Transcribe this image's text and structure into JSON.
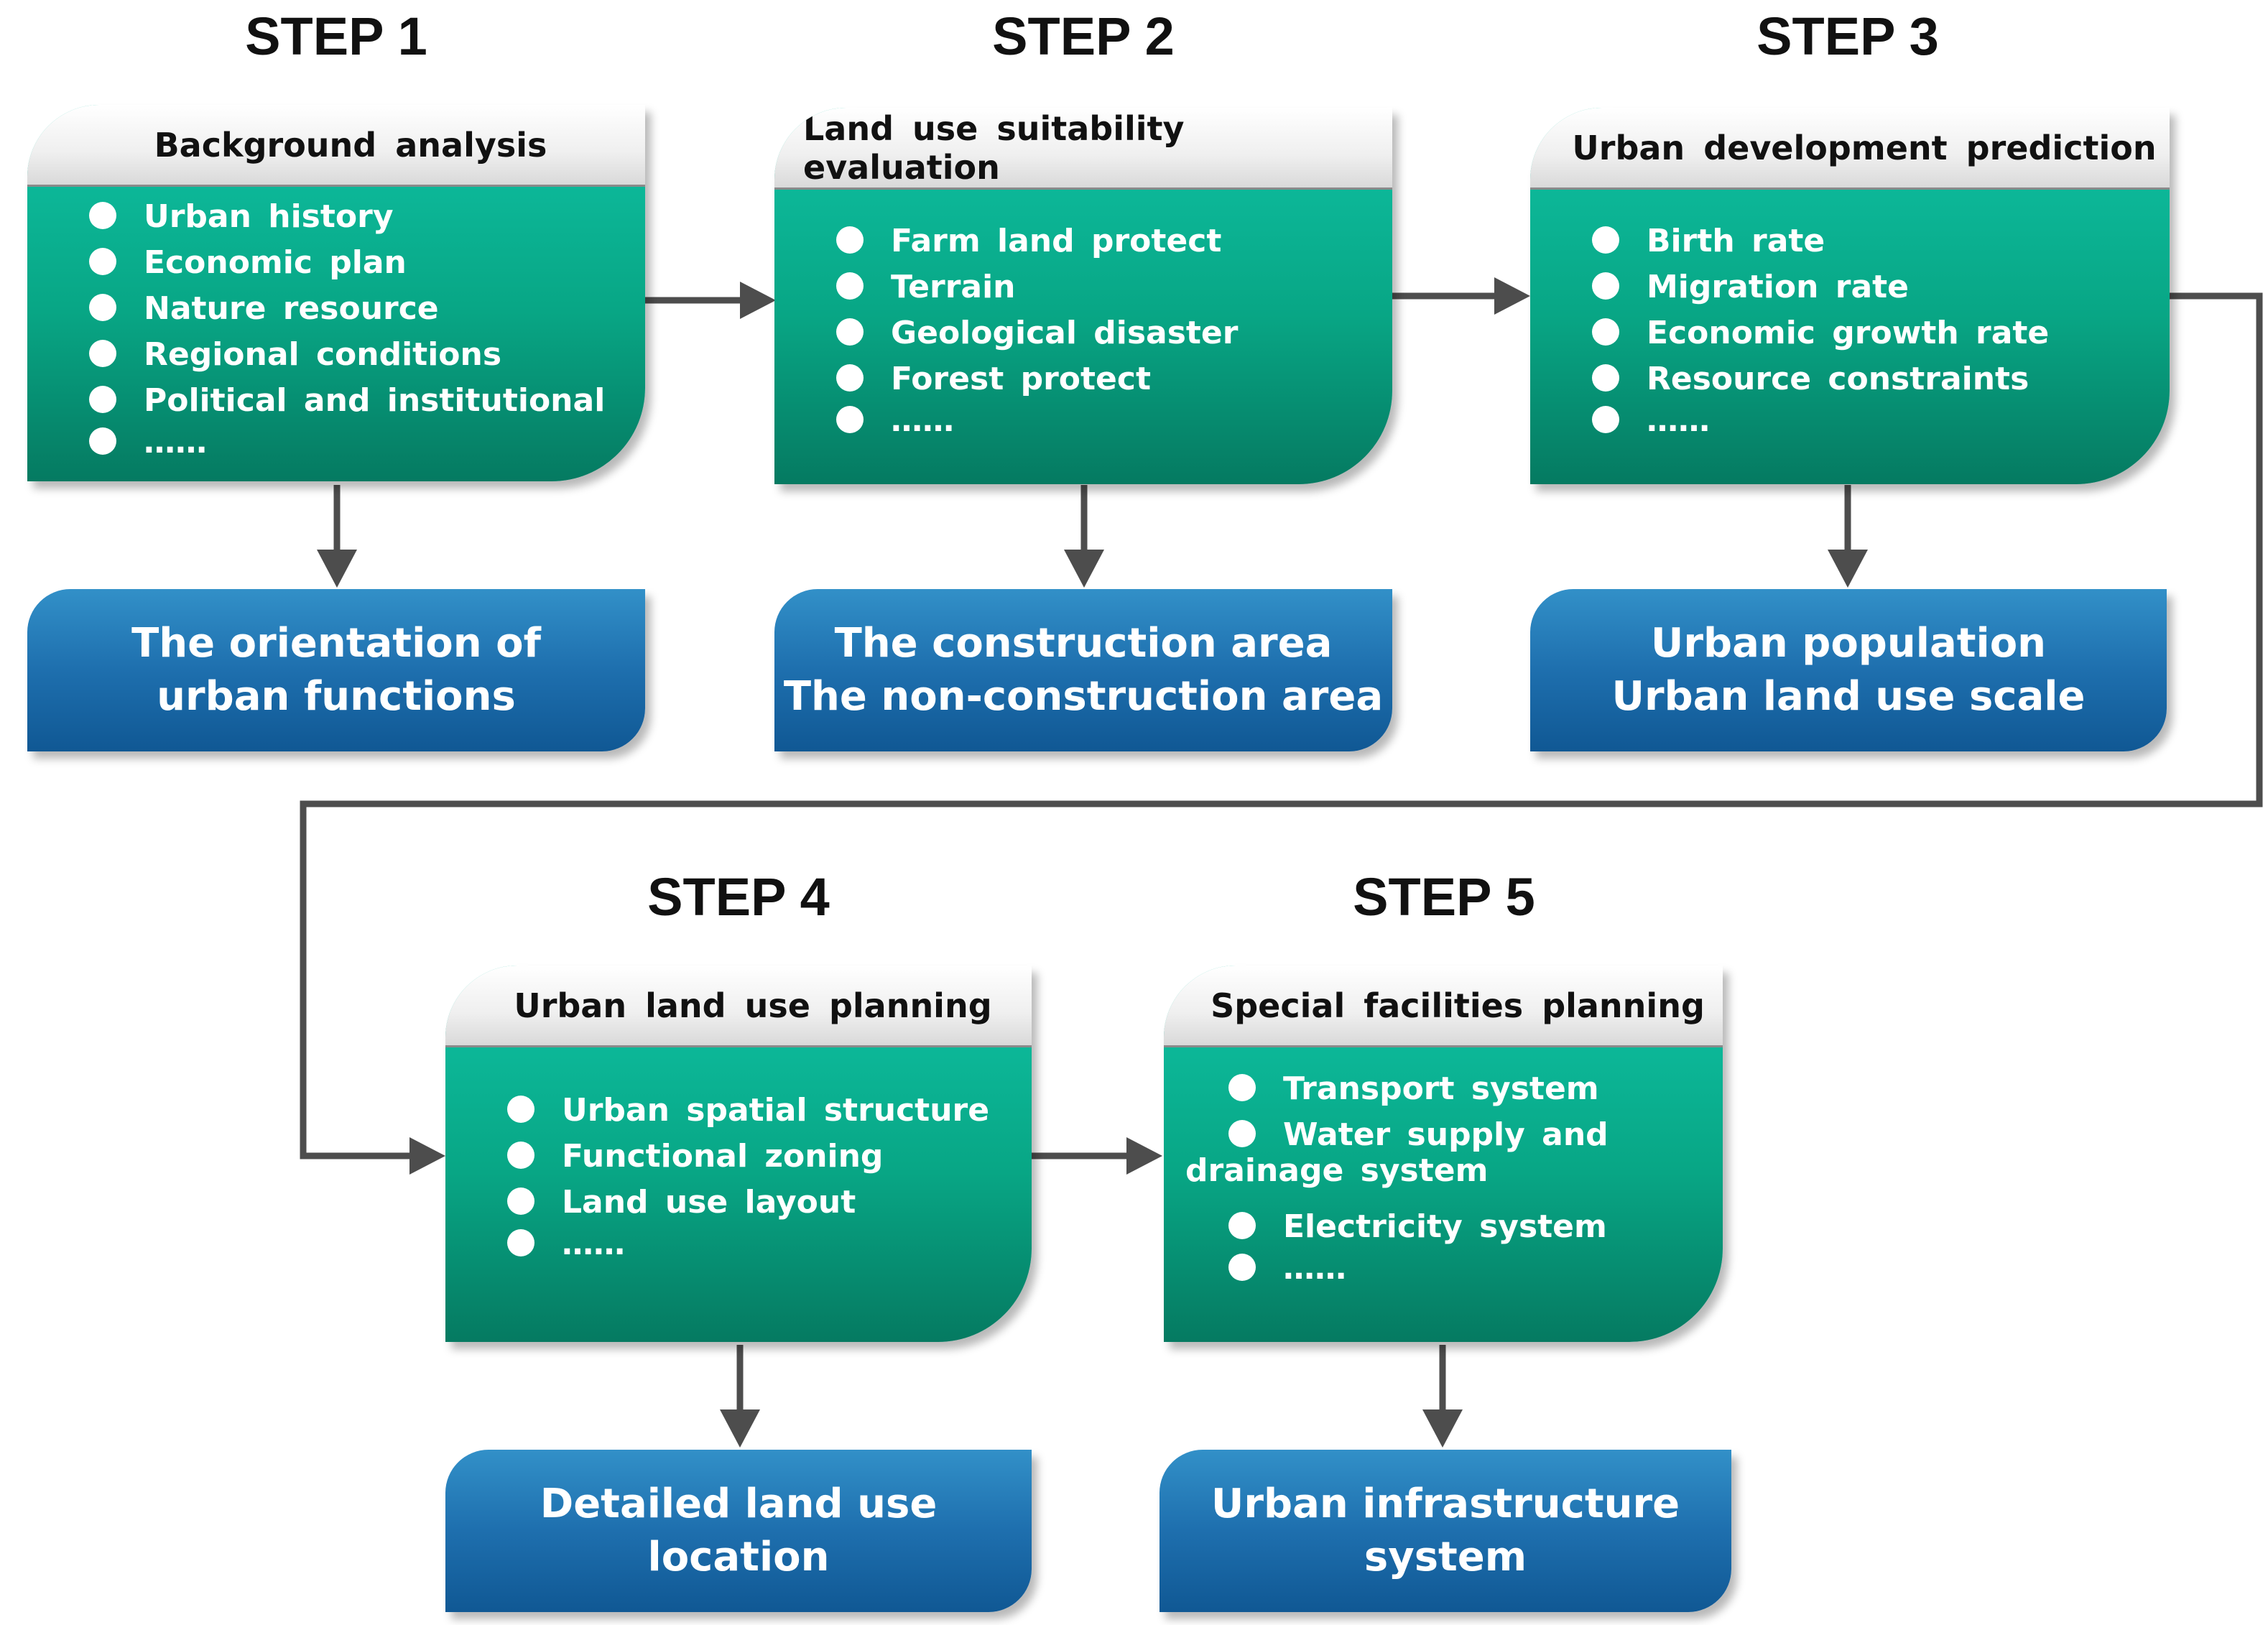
{
  "steps": [
    {
      "title": "STEP 1",
      "header": "Background analysis",
      "items": [
        "Urban history",
        "Economic plan",
        "Nature resource",
        "Regional conditions",
        "Political and institutional",
        "……"
      ],
      "result_lines": [
        "The orientation of",
        "urban functions"
      ]
    },
    {
      "title": "STEP 2",
      "header": "Land use suitability evaluation",
      "items": [
        "Farm land protect",
        "Terrain",
        "Geological disaster",
        "Forest protect",
        "……"
      ],
      "result_lines": [
        "The construction area",
        "The non-construction area"
      ]
    },
    {
      "title": "STEP 3",
      "header": "Urban development prediction",
      "items": [
        "Birth rate",
        "Migration rate",
        "Economic growth rate",
        "Resource constraints",
        "……"
      ],
      "result_lines": [
        "Urban population",
        "Urban land use scale"
      ]
    },
    {
      "title": "STEP 4",
      "header": "Urban land use planning",
      "items": [
        "Urban spatial structure",
        "Functional zoning",
        "Land use layout",
        "……"
      ],
      "result_lines": [
        "Detailed land use location"
      ]
    },
    {
      "title": "STEP 5",
      "header": "Special facilities planning",
      "items": [
        "Transport system",
        "Water supply and",
        "Electricity system",
        "……"
      ],
      "item_continuation": "drainage system",
      "result_lines": [
        "Urban infrastructure",
        "system"
      ]
    }
  ],
  "colors": {
    "card_green": "#08a685",
    "result_blue": "#1e6fae",
    "arrow_gray": "#4d4d4d"
  }
}
